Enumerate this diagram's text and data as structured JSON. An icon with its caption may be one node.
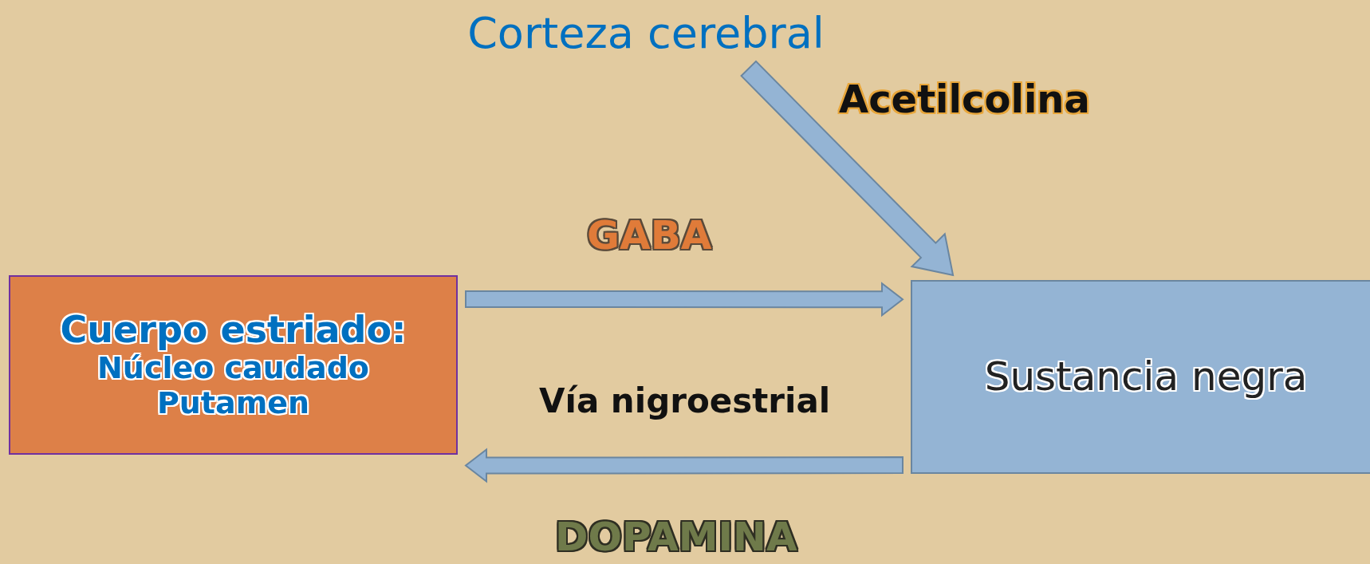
{
  "diagram": {
    "nodes": [
      {
        "text": [
          "Corteza cerebral"
        ]
      },
      {
        "text": [
          "Cuerpo estriado:",
          "Núcleo caudado Putamen"
        ]
      },
      {
        "text": [
          "Sustancia negra"
        ]
      }
    ],
    "edges": [
      {
        "from": 0,
        "to": 2,
        "arrow": "to",
        "label": "Acetilcolina"
      },
      {
        "from": 1,
        "to": 2,
        "arrow": "to",
        "label": "GABA"
      },
      {
        "from": 2,
        "to": 1,
        "arrow": "to",
        "label": "DOPAMINA"
      }
    ],
    "labels": [
      "Vía nigroestrial"
    ]
  }
}
